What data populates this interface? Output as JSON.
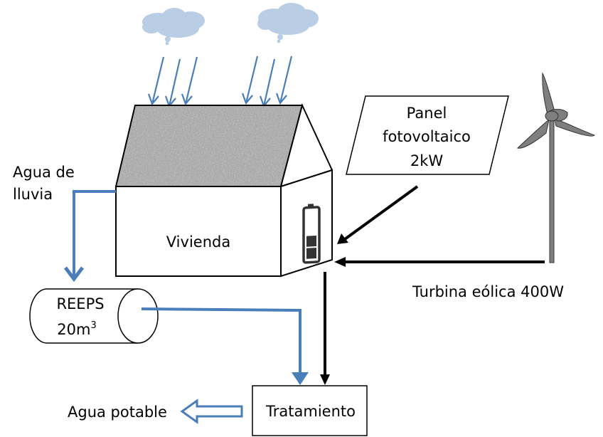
{
  "diagram": {
    "house_label": "Vivienda",
    "rain_label_line1": "Agua de",
    "rain_label_line2": "lluvia",
    "tank_label_line1": "REEPS",
    "tank_label_line2_base": "20m",
    "tank_label_line2_sup": "3",
    "panel_line1": "Panel",
    "panel_line2": "fotovoltaico",
    "panel_line3": "2kW",
    "turbine_label": "Turbina eólica 400W",
    "treatment_label": "Tratamiento",
    "output_label": "Agua potable",
    "colors": {
      "water": "#4a7ebb",
      "cloud": "#b9cde5",
      "roof": "#8c8c8c",
      "turbine": "#7f7f7f",
      "battery": "#333333",
      "power": "#000000"
    }
  }
}
